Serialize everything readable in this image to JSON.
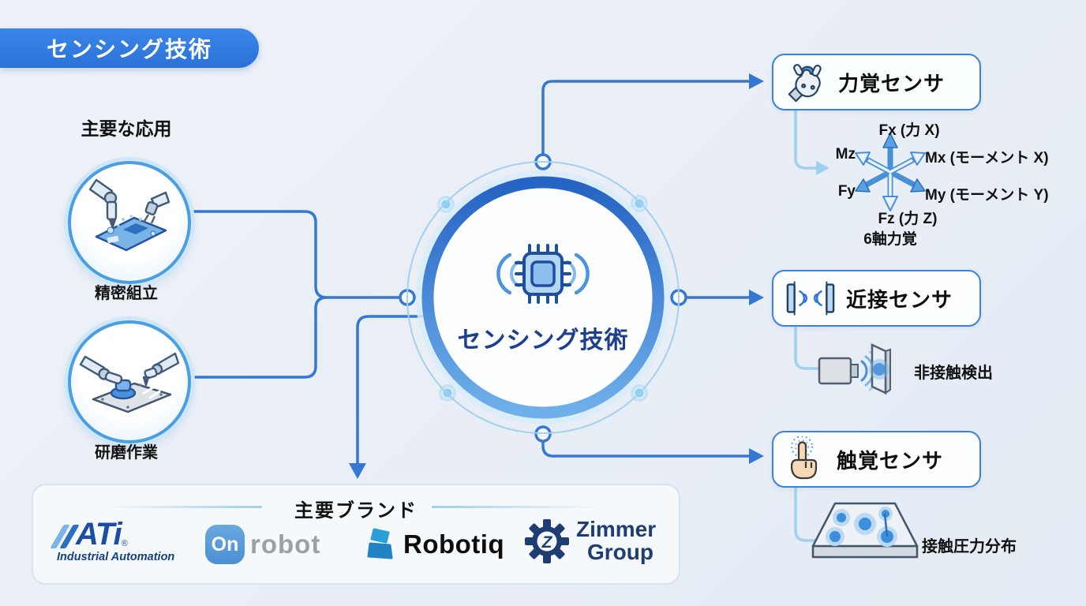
{
  "page": {
    "badge": "センシング技術"
  },
  "applications": {
    "heading": "主要な応用",
    "items": [
      {
        "label": "精密組立",
        "icon": "robot-arm-pcb-assembly"
      },
      {
        "label": "研磨作業",
        "icon": "robot-arm-polishing"
      }
    ]
  },
  "hub": {
    "label": "センシング技術",
    "icon": "wireless-chip"
  },
  "sensors": [
    {
      "label": "力覚センサ",
      "icon": "robot-hand"
    },
    {
      "label": "近接センサ",
      "icon": "proximity-plates"
    },
    {
      "label": "触覚センサ",
      "icon": "touch-finger"
    }
  ],
  "six_axis": {
    "fx": "Fx (力 X)",
    "mz": "Mz",
    "mx": "Mx (モーメント X)",
    "fy": "Fy",
    "my": "My (モーメント Y)",
    "fz": "Fz (力 Z)",
    "caption": "6軸力覚"
  },
  "proximity_detail": {
    "caption": "非接触検出"
  },
  "tactile_detail": {
    "caption": "接触圧力分布"
  },
  "brands": {
    "heading": "主要ブランド",
    "ati": {
      "name": "ATi",
      "reg": "®",
      "subtitle": "Industrial Automation"
    },
    "onrobot": {
      "prefix": "On",
      "suffix": "robot"
    },
    "robotiq": {
      "name": "Robotiq"
    },
    "zimmer": {
      "line1": "Zimmer",
      "line2": "Group"
    }
  },
  "colors": {
    "accent_blue": "#2e7ce0",
    "connector_blue": "#3577d4",
    "light_connector": "#9fcff2",
    "navy_text": "#1c3e8c",
    "box_border": "#3b82d8"
  }
}
